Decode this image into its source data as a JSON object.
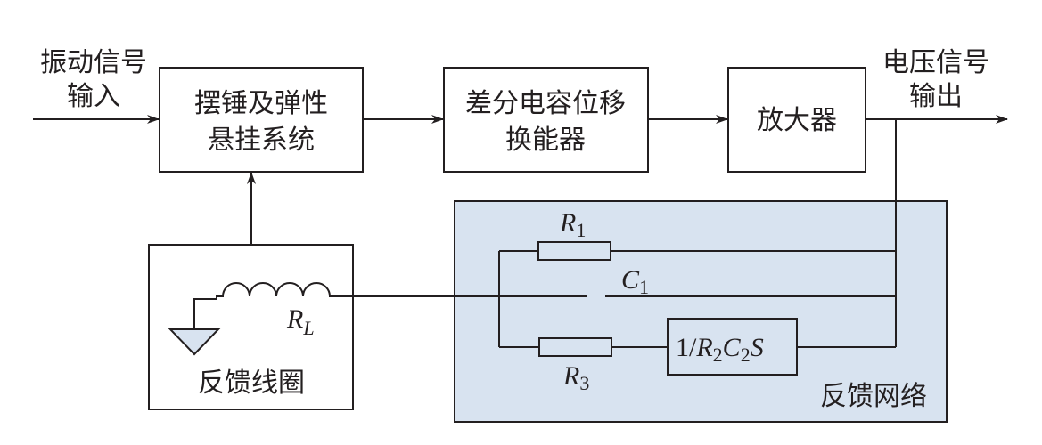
{
  "diagram": {
    "input_label": [
      "振动信号",
      "输入"
    ],
    "output_label": [
      "电压信号",
      "输出"
    ],
    "blocks": {
      "pendulum": [
        "摆锤及弹性",
        "悬挂系统"
      ],
      "transducer": [
        "差分电容位移",
        "换能器"
      ],
      "amplifier": "放大器",
      "feedback_coil": "反馈线圈",
      "feedback_network": "反馈网络"
    },
    "components": {
      "R1": {
        "main": "R",
        "sub": "1"
      },
      "C1": {
        "main": "C",
        "sub": "1"
      },
      "R3": {
        "main": "R",
        "sub": "3"
      },
      "RL": {
        "main": "R",
        "sub": "L"
      },
      "integrator": {
        "prefix": "1/",
        "R": "R",
        "R_sub": "2",
        "C": "C",
        "C_sub": "2",
        "S": "S"
      }
    },
    "colors": {
      "line": "#231f20",
      "network_fill": "#d8e3f0",
      "ground_fill": "#d8e3f0"
    }
  }
}
